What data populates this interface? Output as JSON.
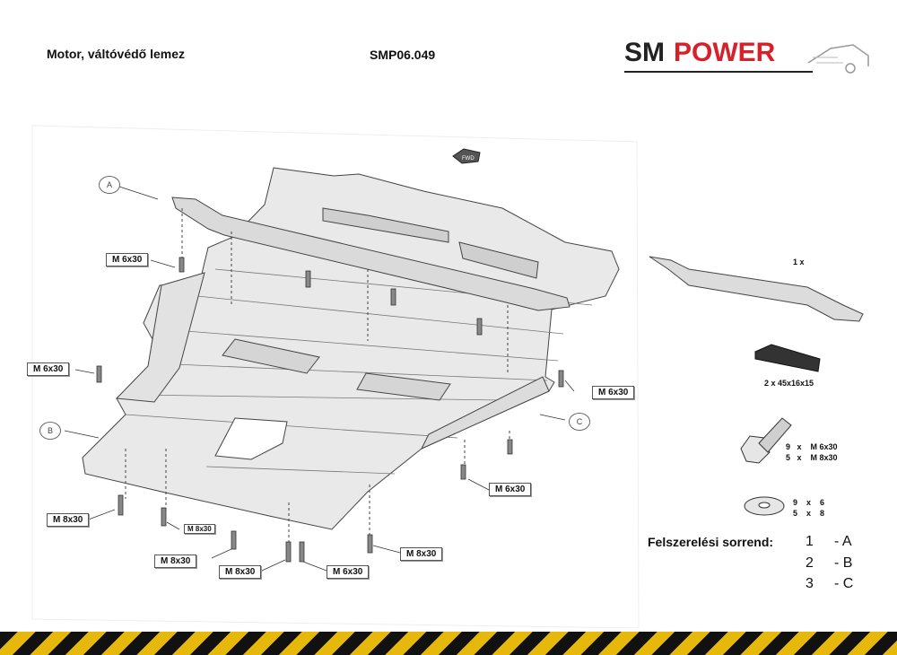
{
  "header": {
    "title": "Motor, váltóvédő lemez",
    "code": "SMP06.049",
    "logo_sm": "SM",
    "logo_power": "POWER"
  },
  "callouts": {
    "a": "A",
    "b": "B",
    "c": "C"
  },
  "bolt_labels": [
    "M 6x30",
    "M 6x30",
    "M 6x30",
    "M 6x30",
    "M 8x30",
    "M 8x30",
    "M 8x30",
    "M 8x30",
    "M 8x30",
    "M 6x30"
  ],
  "fwd_label": "FWD",
  "side_parts": {
    "bracket_qty": "1 x",
    "plate_dim": "2 x 45x16x15",
    "bolts": "9   x    M 6x30\n5   x    M 8x30",
    "washers": "9    x    6\n5    x    8"
  },
  "assembly": {
    "title": "Felszerelési sorrend:",
    "steps": [
      {
        "num": "1",
        "letter": "- A"
      },
      {
        "num": "2",
        "letter": "- B"
      },
      {
        "num": "3",
        "letter": "- C"
      }
    ]
  },
  "colors": {
    "logo_red": "#d8202a",
    "stripe_yellow": "#e7b80c",
    "stripe_black": "#111111"
  }
}
